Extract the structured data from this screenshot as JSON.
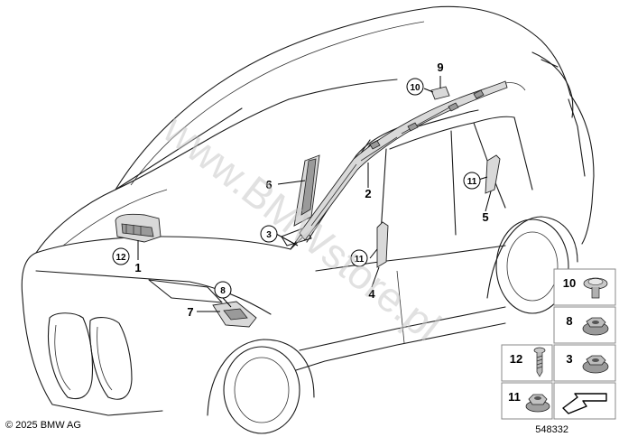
{
  "callouts": [
    {
      "id": "c10",
      "label": "10",
      "circled": true
    },
    {
      "id": "c9",
      "label": "9",
      "circled": false
    },
    {
      "id": "c6",
      "label": "6",
      "circled": false
    },
    {
      "id": "c2",
      "label": "2",
      "circled": false
    },
    {
      "id": "c11a",
      "label": "11",
      "circled": true
    },
    {
      "id": "c5",
      "label": "5",
      "circled": false
    },
    {
      "id": "c3",
      "label": "3",
      "circled": true
    },
    {
      "id": "c12",
      "label": "12",
      "circled": true
    },
    {
      "id": "c1",
      "label": "1",
      "circled": false
    },
    {
      "id": "c11b",
      "label": "11",
      "circled": true
    },
    {
      "id": "c4",
      "label": "4",
      "circled": false
    },
    {
      "id": "c8",
      "label": "8",
      "circled": true
    },
    {
      "id": "c7",
      "label": "7",
      "circled": false
    }
  ],
  "parts_panel": {
    "cells": [
      {
        "label": "10",
        "icon": "bolt-flange-icon"
      },
      {
        "label": "8",
        "icon": "nut-icon"
      },
      {
        "label": "12",
        "icon": "screw-icon"
      },
      {
        "label": "3",
        "icon": "nut-icon"
      },
      {
        "label": "11",
        "icon": "collar-nut-icon"
      },
      {
        "label": "",
        "icon": "arrow-direction-icon"
      }
    ]
  },
  "footer": {
    "copyright": "© 2025 BMW AG",
    "diagram_number": "548332"
  },
  "watermark": "www.BMWstore.pl"
}
